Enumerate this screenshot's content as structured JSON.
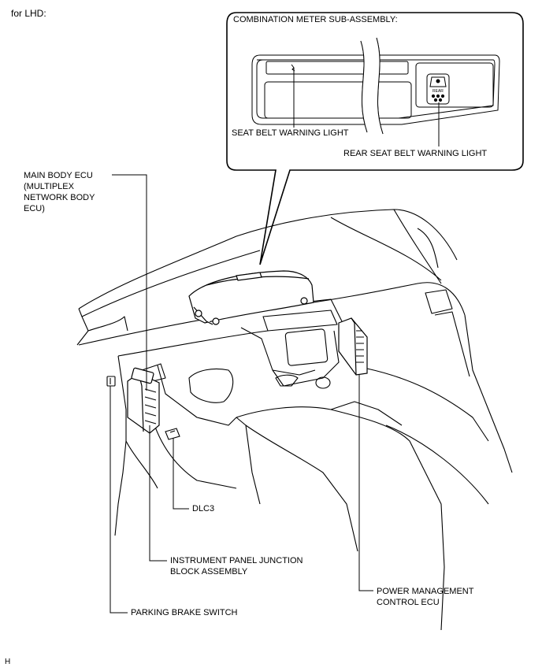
{
  "header": {
    "variant_label": "for LHD:"
  },
  "callout": {
    "title": "COMBINATION METER SUB-ASSEMBLY:"
  },
  "labels": {
    "seat_belt_warning_light": "SEAT BELT WARNING LIGHT",
    "rear_seat_belt_warning_light": "REAR SEAT BELT WARNING LIGHT",
    "main_body_ecu": [
      "MAIN BODY ECU",
      "(MULTIPLEX",
      "NETWORK BODY",
      "ECU)"
    ],
    "dlc3": "DLC3",
    "instrument_panel_jb": [
      "INSTRUMENT PANEL JUNCTION",
      "BLOCK ASSEMBLY"
    ],
    "power_management_ecu": [
      "POWER MANAGEMENT",
      "CONTROL ECU"
    ],
    "parking_brake_switch": "PARKING BRAKE SWITCH",
    "rear_indicator_text": "REAR"
  },
  "footer": {
    "code": "H"
  }
}
